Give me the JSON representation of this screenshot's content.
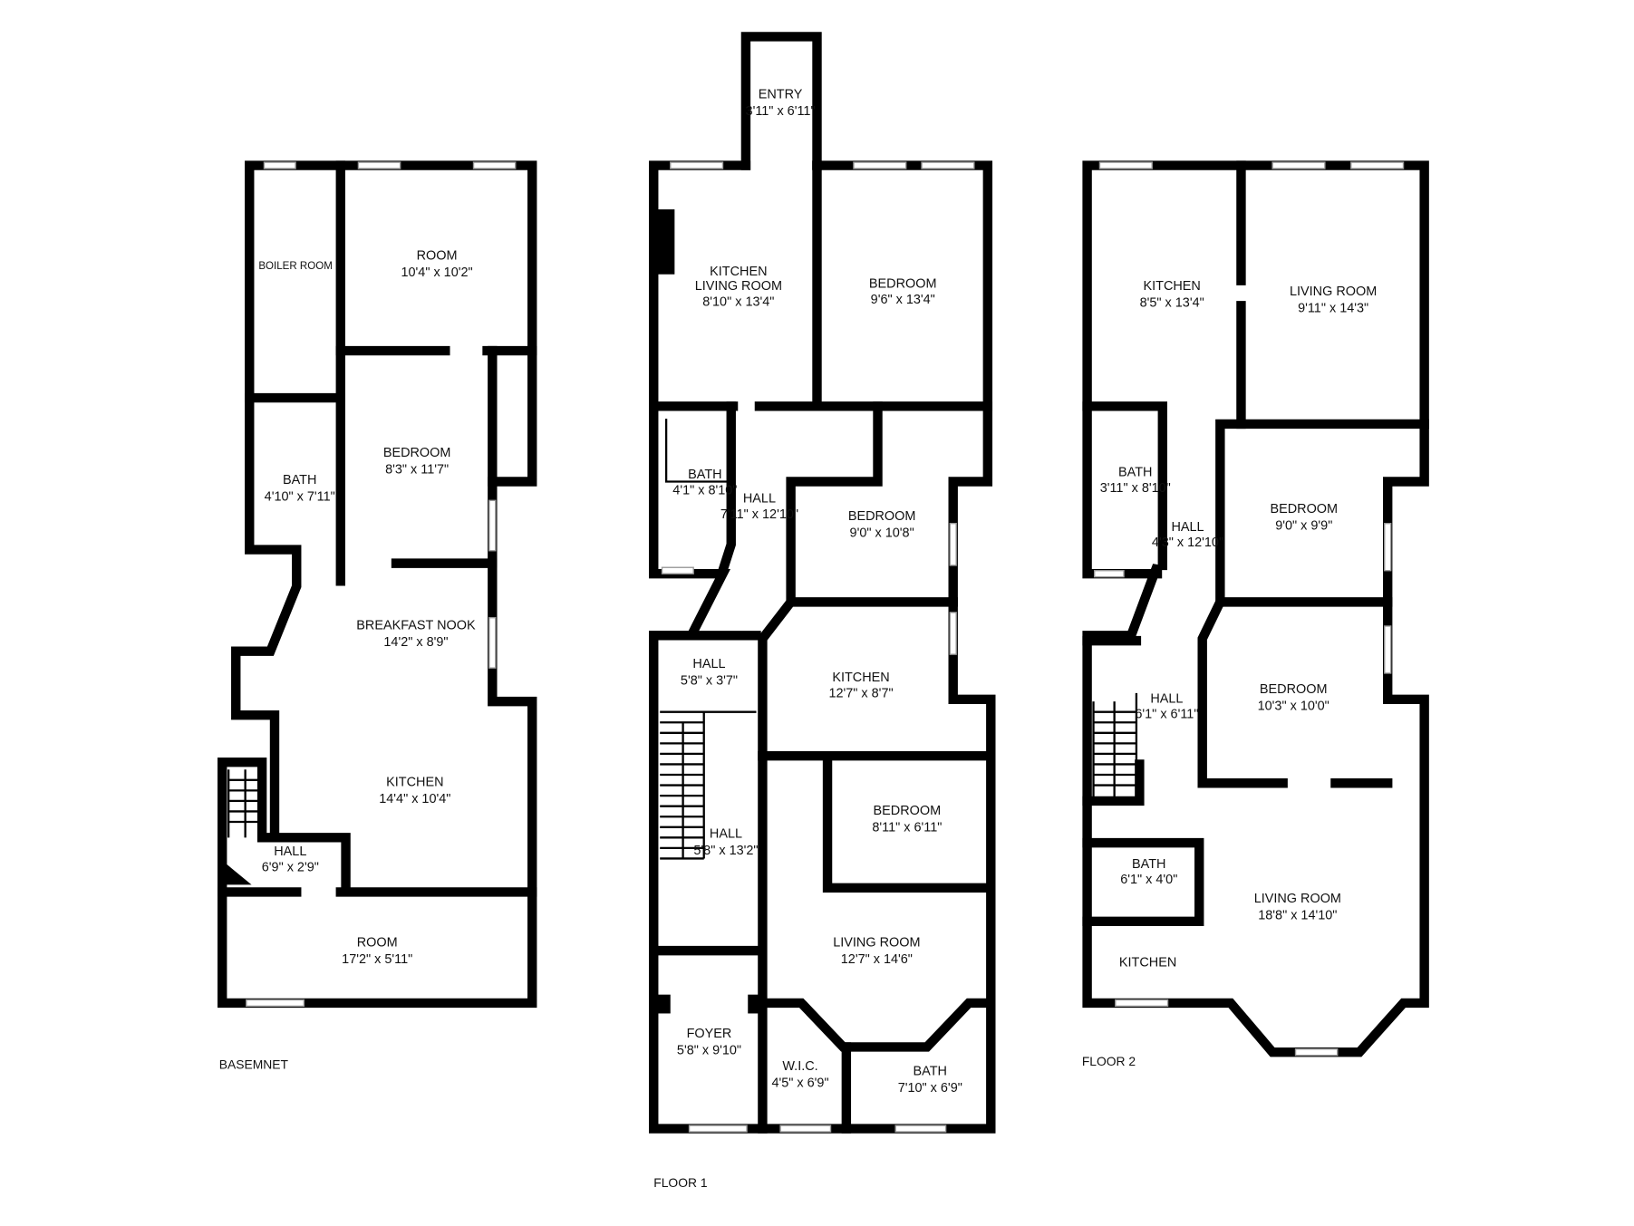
{
  "floors": {
    "basement": {
      "title": "BASEMNET",
      "rooms": [
        {
          "name": "BOILER ROOM",
          "dims": ""
        },
        {
          "name": "ROOM",
          "dims": "10'4\" x 10'2\""
        },
        {
          "name": "BEDROOM",
          "dims": "8'3\" x 11'7\""
        },
        {
          "name": "BATH",
          "dims": "4'10\" x 7'11\""
        },
        {
          "name": "BREAKFAST NOOK",
          "dims": "14'2\" x 8'9\""
        },
        {
          "name": "KITCHEN",
          "dims": "14'4\" x 10'4\""
        },
        {
          "name": "HALL",
          "dims": "6'9\" x 2'9\""
        },
        {
          "name": "ROOM",
          "dims": "17'2\" x 5'11\""
        }
      ]
    },
    "floor1": {
      "title": "FLOOR 1",
      "rooms": [
        {
          "name": "ENTRY",
          "dims": "3'11\" x 6'11\""
        },
        {
          "name": "KITCHEN",
          "name2": "LIVING ROOM",
          "dims": "8'10\" x 13'4\""
        },
        {
          "name": "BEDROOM",
          "dims": "9'6\" x 13'4\""
        },
        {
          "name": "BATH",
          "dims": "4'1\" x 8'10\""
        },
        {
          "name": "HALL",
          "dims": "7'11\" x 12'10\""
        },
        {
          "name": "BEDROOM",
          "dims": "9'0\" x 10'8\""
        },
        {
          "name": "HALL",
          "dims": "5'8\" x 3'7\""
        },
        {
          "name": "KITCHEN",
          "dims": "12'7\" x 8'7\""
        },
        {
          "name": "BEDROOM",
          "dims": "8'11\" x 6'11\""
        },
        {
          "name": "HALL",
          "dims": "5'8\" x 13'2\""
        },
        {
          "name": "LIVING ROOM",
          "dims": "12'7\" x 14'6\""
        },
        {
          "name": "FOYER",
          "dims": "5'8\" x 9'10\""
        },
        {
          "name": "W.I.C.",
          "dims": "4'5\" x 6'9\""
        },
        {
          "name": "BATH",
          "dims": "7'10\" x 6'9\""
        }
      ]
    },
    "floor2": {
      "title": "FLOOR 2",
      "rooms": [
        {
          "name": "KITCHEN",
          "dims": "8'5\" x 13'4\""
        },
        {
          "name": "LIVING ROOM",
          "dims": "9'11\" x 14'3\""
        },
        {
          "name": "BATH",
          "dims": "3'11\" x 8'10\""
        },
        {
          "name": "HALL",
          "dims": "4'3\" x 12'10\""
        },
        {
          "name": "BEDROOM",
          "dims": "9'0\" x 9'9\""
        },
        {
          "name": "HALL",
          "dims": "6'1\" x 6'11\""
        },
        {
          "name": "BEDROOM",
          "dims": "10'3\" x 10'0\""
        },
        {
          "name": "BATH",
          "dims": "6'1\" x 4'0\""
        },
        {
          "name": "LIVING ROOM",
          "dims": "18'8\" x 14'10\""
        },
        {
          "name": "KITCHEN",
          "dims": ""
        }
      ]
    }
  }
}
